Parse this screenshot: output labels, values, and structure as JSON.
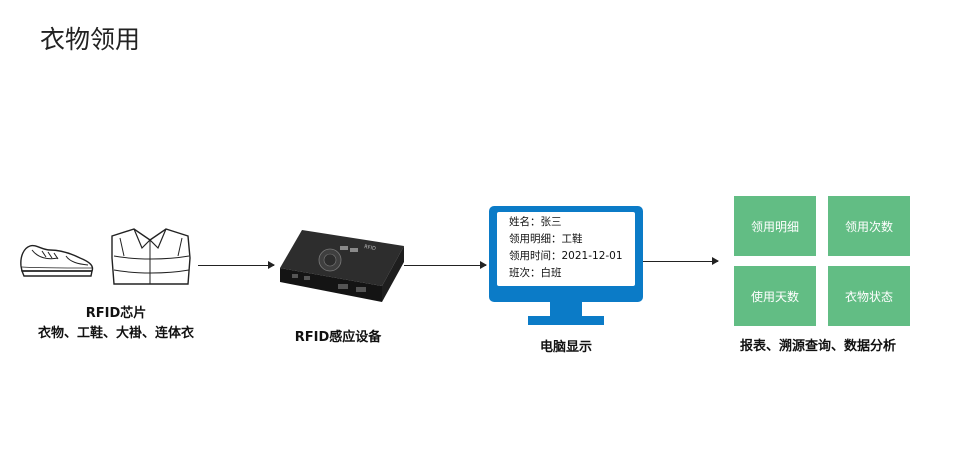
{
  "title": "衣物领用",
  "rfid_chip": {
    "caption_line1": "RFID芯片",
    "caption_line2": "衣物、工鞋、大褂、连体衣"
  },
  "device": {
    "caption": "RFID感应设备",
    "label": "RFID"
  },
  "computer": {
    "caption": "电脑显示",
    "lines": [
      "姓名：张三",
      "领用明细：工鞋",
      "领用时间：2021-12-01",
      "班次：白班"
    ]
  },
  "analysis": {
    "tiles": [
      "领用明细",
      "领用次数",
      "使用天数",
      "衣物状态"
    ],
    "caption": "报表、溯源查询、数据分析"
  },
  "colors": {
    "monitor": "#0b7bc7",
    "tile": "#62bd84"
  }
}
